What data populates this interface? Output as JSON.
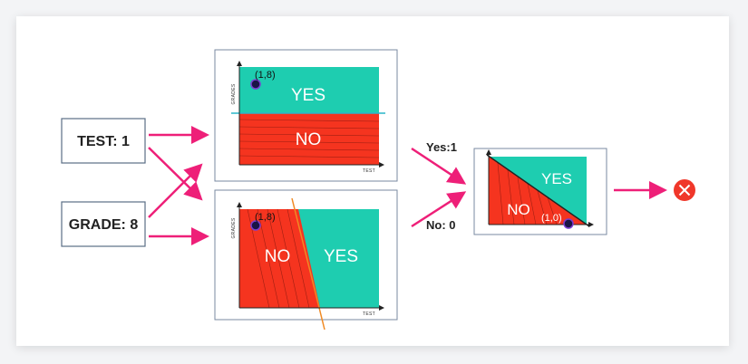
{
  "inputs": {
    "test_label": "TEST: 1",
    "grade_label": "GRADE: 8"
  },
  "top_chart": {
    "y_axis_label": "GRADES",
    "x_axis_label": "TEST",
    "yes_label": "YES",
    "no_label": "NO",
    "point_label": "(1,8)"
  },
  "bottom_chart": {
    "y_axis_label": "GRADES",
    "x_axis_label": "TEST",
    "yes_label": "YES",
    "no_label": "NO",
    "point_label": "(1,8)"
  },
  "edges": {
    "yes_label": "Yes:1",
    "no_label": "No: 0"
  },
  "output_chart": {
    "yes_label": "YES",
    "no_label": "NO",
    "point_label": "(1,0)"
  },
  "result": {
    "icon": "x-circle-icon"
  },
  "colors": {
    "yes_region": "#1ecdb0",
    "no_region": "#f5341f",
    "arrow": "#ee1f78",
    "boundary_top": "#29b6c9",
    "boundary_bottom": "#f08a24",
    "result": "#f0372a"
  }
}
